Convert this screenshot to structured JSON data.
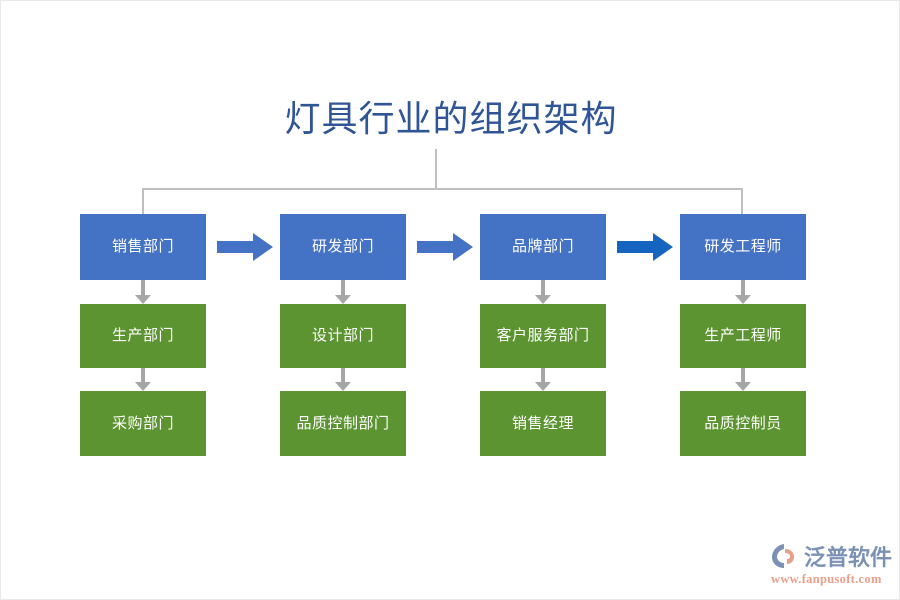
{
  "title": "灯具行业的组织架构",
  "colors": {
    "title": "#2f5597",
    "blue_box": "#4472c4",
    "green_box": "#5b9430",
    "connector_gray": "#a6a6a6",
    "bracket_gray": "#bfbfbf",
    "arrow_blue": "#4472c4",
    "arrow_dark_blue": "#1565c0",
    "background": "#ffffff"
  },
  "columns": [
    {
      "top": {
        "label": "销售部门",
        "color": "blue"
      },
      "middle": {
        "label": "生产部门",
        "color": "green"
      },
      "bottom": {
        "label": "采购部门",
        "color": "green"
      }
    },
    {
      "top": {
        "label": "研发部门",
        "color": "blue"
      },
      "middle": {
        "label": "设计部门",
        "color": "green"
      },
      "bottom": {
        "label": "品质控制部门",
        "color": "green"
      }
    },
    {
      "top": {
        "label": "品牌部门",
        "color": "blue"
      },
      "middle": {
        "label": "客户服务部门",
        "color": "green"
      },
      "bottom": {
        "label": "销售经理",
        "color": "green"
      }
    },
    {
      "top": {
        "label": "研发工程师",
        "color": "blue"
      },
      "middle": {
        "label": "生产工程师",
        "color": "green"
      },
      "bottom": {
        "label": "品质控制员",
        "color": "green"
      }
    }
  ],
  "flow_arrows": [
    {
      "name": "arrow-sales-to-rd",
      "color": "#4472c4"
    },
    {
      "name": "arrow-rd-to-brand",
      "color": "#4472c4"
    },
    {
      "name": "arrow-brand-to-rd-engineer",
      "color": "#1565c0"
    }
  ],
  "watermark": {
    "name": "泛普软件",
    "url": "www.fanpusoft.com"
  }
}
